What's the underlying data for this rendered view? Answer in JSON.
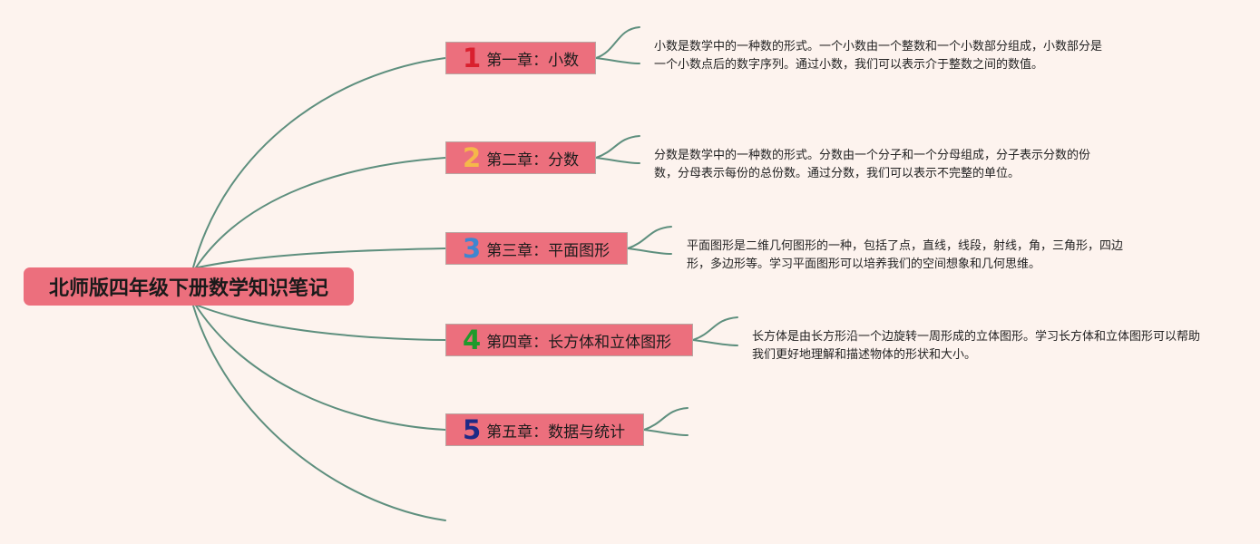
{
  "root": {
    "title": "北师版四年级下册数学知识笔记"
  },
  "branches": [
    {
      "number": "1",
      "number_color": "#d9202e",
      "label": "第一章：小数",
      "description": "小数是数学中的一种数的形式。一个小数由一个整数和一个小数部分组成，小数部分是一个小数点后的数字序列。通过小数，我们可以表示介于整数之间的数值。"
    },
    {
      "number": "2",
      "number_color": "#f5b84a",
      "label": "第二章：分数",
      "description": "分数是数学中的一种数的形式。分数由一个分子和一个分母组成，分子表示分数的份数，分母表示每份的总份数。通过分数，我们可以表示不完整的单位。"
    },
    {
      "number": "3",
      "number_color": "#3f86d0",
      "label": "第三章：平面图形",
      "description": "平面图形是二维几何图形的一种，包括了点，直线，线段，射线，角，三角形，四边形，多边形等。学习平面图形可以培养我们的空间想象和几何思维。"
    },
    {
      "number": "4",
      "number_color": "#1f9a2c",
      "label": "第四章：长方体和立体图形",
      "description": "长方体是由长方形沿一个边旋转一周形成的立体图形。学习长方体和立体图形可以帮助我们更好地理解和描述物体的形状和大小。"
    },
    {
      "number": "5",
      "number_color": "#1d2a86",
      "label": "第五章：数据与统计",
      "description": ""
    }
  ],
  "colors": {
    "background": "#fdf3ee",
    "node_fill": "#ec6f7d",
    "connector": "#5e8f7e"
  }
}
